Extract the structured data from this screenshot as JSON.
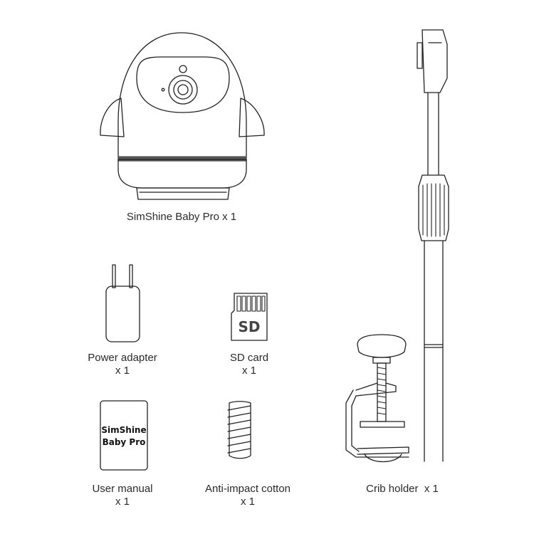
{
  "items": {
    "camera": {
      "label": "SimShine Baby Pro x 1"
    },
    "power_adapter": {
      "label": "Power adapter",
      "qty": "x 1"
    },
    "sd_card": {
      "label": "SD card",
      "qty": "x 1",
      "card_text": "SD"
    },
    "user_manual": {
      "label": "User manual",
      "qty": "x 1",
      "cover_line1": "SimShine",
      "cover_line2": "Baby Pro"
    },
    "anti_impact_cotton": {
      "label": "Anti-impact cotton",
      "qty": "x 1"
    },
    "crib_holder": {
      "label": "Crib holder  x 1"
    }
  },
  "colors": {
    "stroke": "#222222",
    "background": "#ffffff"
  }
}
